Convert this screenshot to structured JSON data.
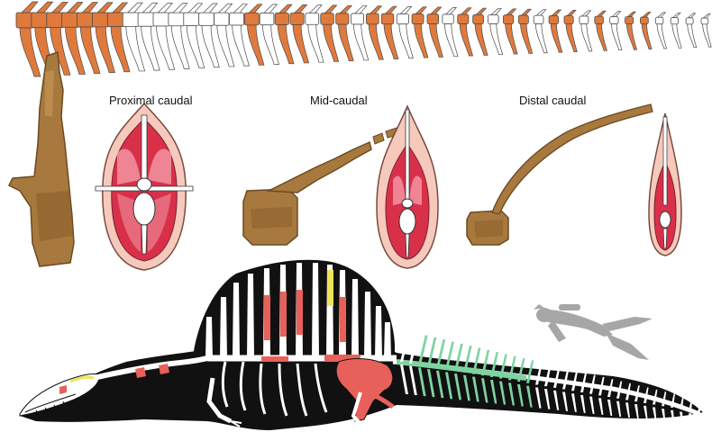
{
  "labels": {
    "proximal": "Proximal caudal",
    "mid": "Mid-caudal",
    "distal": "Distal caudal"
  },
  "colors": {
    "fossil_bone": "#e07a3c",
    "unpreserved_bone": "#ffffff",
    "outline": "#4a4a4a",
    "muscle_dark": "#d9304a",
    "muscle_light": "#f29aa6",
    "skin": "#f6c9bd",
    "bone_cross_section": "#ffffff",
    "silhouette": "#111111",
    "preserved_red": "#e8605a",
    "preserved_green": "#7fd3a0",
    "preserved_yellow": "#f2e45a",
    "diver": "#a6a6a6",
    "fossil_photo": "#a8793e"
  },
  "icons": {
    "diver": "scuba-diver-scale-silhouette"
  }
}
